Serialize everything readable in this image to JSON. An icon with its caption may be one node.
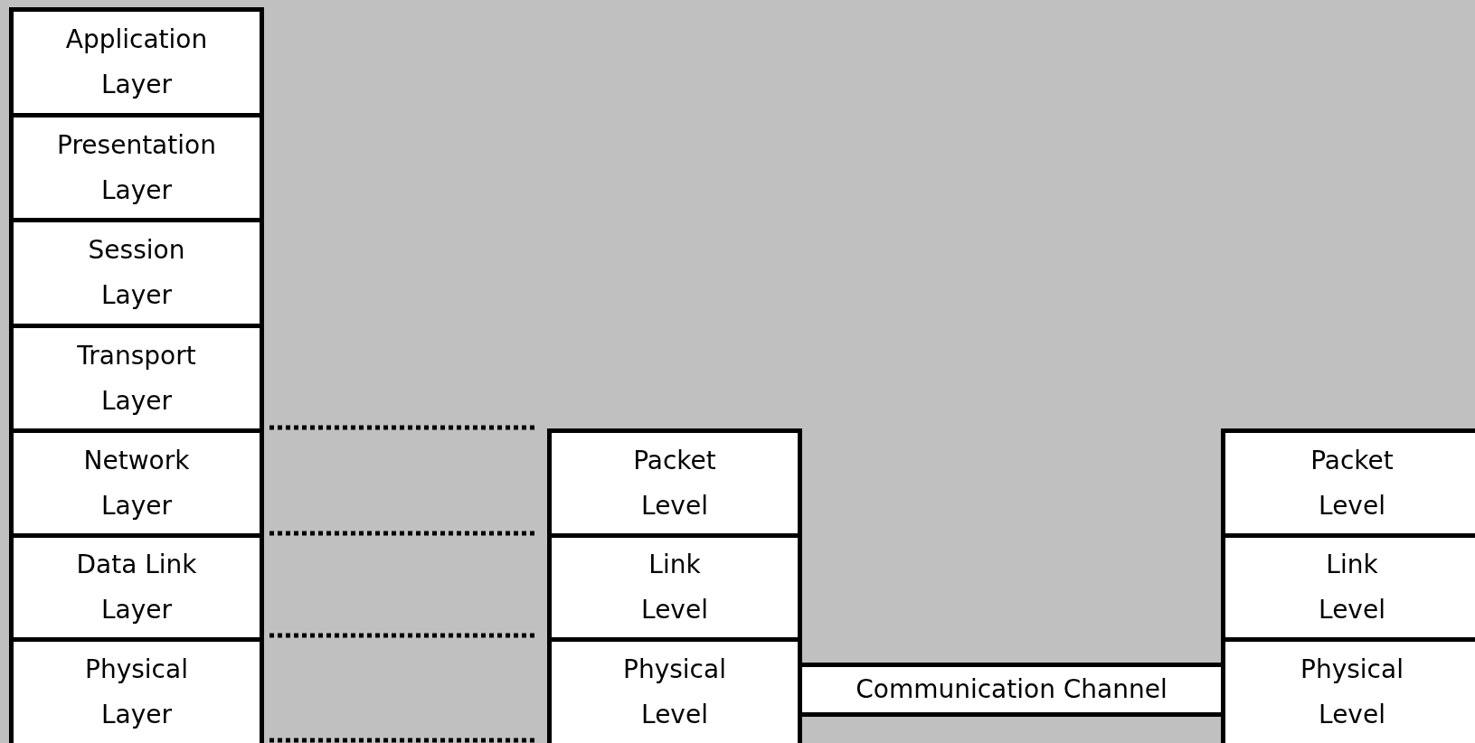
{
  "diagram": {
    "nodes": [
      {
        "text": [
          "Application Layer"
        ]
      },
      {
        "text": [
          "Presentation Layer"
        ]
      },
      {
        "text": [
          "Session Layer"
        ]
      },
      {
        "text": [
          "Transport Layer"
        ]
      },
      {
        "text": [
          "Network Layer"
        ]
      },
      {
        "text": [
          "Data Link Layer"
        ]
      },
      {
        "text": [
          "Physical Layer"
        ]
      },
      {
        "text": [
          "Packet Level"
        ]
      },
      {
        "text": [
          "Link Level"
        ]
      },
      {
        "text": [
          "Physical Level"
        ]
      },
      {
        "text": [
          "Communication Channel"
        ]
      },
      {
        "text": [
          "Packet Level"
        ]
      },
      {
        "text": [
          "Link Level"
        ]
      },
      {
        "text": [
          "Physical Level"
        ]
      }
    ]
  }
}
